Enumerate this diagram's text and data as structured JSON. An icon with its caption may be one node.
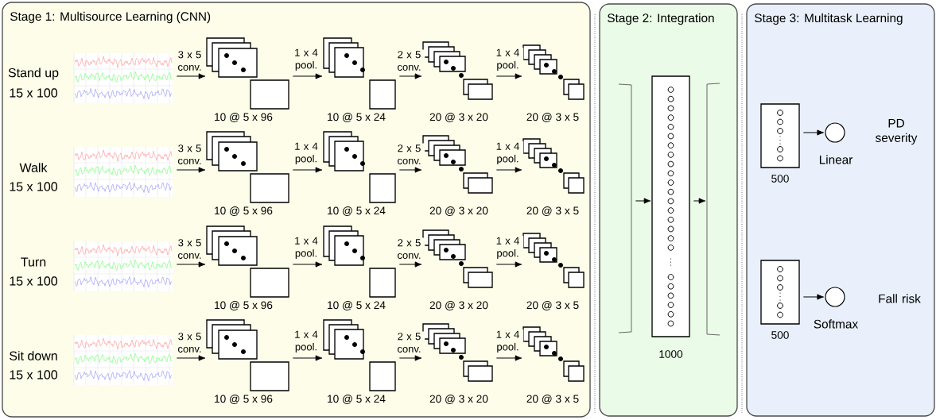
{
  "diagram": {
    "nodes": [
      {
        "text": [
          "Stage 1: Multisource Learning (CNN)"
        ]
      },
      {
        "text": [],
        "shape": "picture",
        "in": 0,
        "beside": [
          "Stand up",
          "15 x 100"
        ]
      },
      {
        "text": [],
        "shape": "box",
        "in": 0,
        "beside": [
          "10 @ 5 x 96"
        ]
      },
      {
        "text": [],
        "shape": "box",
        "in": 0,
        "beside": [
          "10 @ 5 x 24"
        ]
      },
      {
        "text": [],
        "shape": "box",
        "in": 0,
        "beside": [
          "20 @ 3 x 20"
        ]
      },
      {
        "text": [],
        "shape": "box",
        "in": 0,
        "beside": [
          "20 @ 3 x 5"
        ]
      },
      {
        "text": [],
        "shape": "picture",
        "in": 0,
        "beside": [
          "Walk",
          "15 x 100"
        ]
      },
      {
        "text": [],
        "shape": "box",
        "in": 0,
        "beside": [
          "10 @ 5 x 96"
        ]
      },
      {
        "text": [],
        "shape": "box",
        "in": 0,
        "beside": [
          "10 @ 5 x 24"
        ]
      },
      {
        "text": [],
        "shape": "box",
        "in": 0,
        "beside": [
          "20 @ 3 x 20"
        ]
      },
      {
        "text": [],
        "shape": "box",
        "in": 0,
        "beside": [
          "20 @ 3 x 5"
        ]
      },
      {
        "text": [],
        "shape": "picture",
        "in": 0,
        "beside": [
          "Turn",
          "15 x 100"
        ]
      },
      {
        "text": [],
        "shape": "box",
        "in": 0,
        "beside": [
          "10 @ 5 x 96"
        ]
      },
      {
        "text": [],
        "shape": "box",
        "in": 0,
        "beside": [
          "10 @ 5 x 24"
        ]
      },
      {
        "text": [],
        "shape": "box",
        "in": 0,
        "beside": [
          "20 @ 3 x 20"
        ]
      },
      {
        "text": [],
        "shape": "box",
        "in": 0,
        "beside": [
          "20 @ 3 x 5"
        ]
      },
      {
        "text": [],
        "shape": "picture",
        "in": 0,
        "beside": [
          "Sit down",
          "15 x 100"
        ]
      },
      {
        "text": [],
        "shape": "box",
        "in": 0,
        "beside": [
          "10 @ 5 x 96"
        ]
      },
      {
        "text": [],
        "shape": "box",
        "in": 0,
        "beside": [
          "10 @ 5 x 24"
        ]
      },
      {
        "text": [],
        "shape": "box",
        "in": 0,
        "beside": [
          "20 @ 3 x 20"
        ]
      },
      {
        "text": [],
        "shape": "box",
        "in": 0,
        "beside": [
          "20 @ 3 x 5"
        ]
      },
      {
        "text": [
          "Stage 2: Integration"
        ]
      },
      {
        "text": [],
        "shape": "bracket",
        "in": 21
      },
      {
        "text": [],
        "shape": "box",
        "in": 21,
        "beside": [
          "1000"
        ]
      },
      {
        "text": [],
        "shape": "bracket",
        "in": 21
      },
      {
        "text": [
          "Stage 3: Multitask Learning"
        ]
      },
      {
        "text": [],
        "shape": "box",
        "in": 25,
        "beside": [
          "500"
        ]
      },
      {
        "text": [],
        "shape": "circle",
        "in": 25,
        "beside": [
          "Linear"
        ]
      },
      {
        "text": [],
        "shape": "box",
        "in": 25,
        "beside": [
          "500"
        ]
      },
      {
        "text": [],
        "shape": "circle",
        "in": 25,
        "beside": [
          "Softmax"
        ]
      }
    ],
    "edges": [
      {
        "from": 1,
        "to": 2,
        "arrow": "to",
        "label": "3 x 5 conv."
      },
      {
        "from": 2,
        "to": 3,
        "arrow": "to",
        "label": "1 x 4 pool."
      },
      {
        "from": 3,
        "to": 4,
        "arrow": "to",
        "label": "2 x 5 conv."
      },
      {
        "from": 4,
        "to": 5,
        "arrow": "to",
        "label": "1 x 4 pool."
      },
      {
        "from": 6,
        "to": 7,
        "arrow": "to",
        "label": "3 x 5 conv."
      },
      {
        "from": 7,
        "to": 8,
        "arrow": "to",
        "label": "1 x 4 pool."
      },
      {
        "from": 8,
        "to": 9,
        "arrow": "to",
        "label": "2 x 5 conv."
      },
      {
        "from": 9,
        "to": 10,
        "arrow": "to",
        "label": "1 x 4 pool."
      },
      {
        "from": 11,
        "to": 12,
        "arrow": "to",
        "label": "3 x 5 conv."
      },
      {
        "from": 12,
        "to": 13,
        "arrow": "to",
        "label": "1 x 4 pool."
      },
      {
        "from": 13,
        "to": 14,
        "arrow": "to",
        "label": "2 x 5 conv."
      },
      {
        "from": 14,
        "to": 15,
        "arrow": "to",
        "label": "1 x 4 pool."
      },
      {
        "from": 16,
        "to": 17,
        "arrow": "to",
        "label": "3 x 5 conv."
      },
      {
        "from": 17,
        "to": 18,
        "arrow": "to",
        "label": "1 x 4 pool."
      },
      {
        "from": 18,
        "to": 19,
        "arrow": "to",
        "label": "2 x 5 conv."
      },
      {
        "from": 19,
        "to": 20,
        "arrow": "to",
        "label": "1 x 4 pool."
      },
      {
        "from": 22,
        "to": 23,
        "arrow": "to"
      },
      {
        "from": 23,
        "to": 24,
        "arrow": "to"
      },
      {
        "from": 26,
        "to": 27,
        "arrow": "to"
      },
      {
        "from": 28,
        "to": 29,
        "arrow": "to"
      }
    ],
    "labels": [
      "PD severity",
      "Fall risk"
    ]
  }
}
